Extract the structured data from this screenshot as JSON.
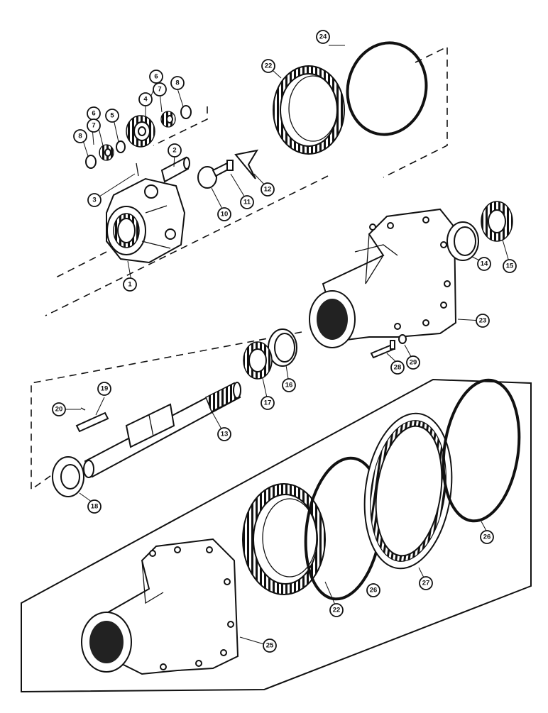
{
  "callouts": [
    {
      "id": "c1",
      "text": "1"
    },
    {
      "id": "c2",
      "text": "2"
    },
    {
      "id": "c3",
      "text": "3"
    },
    {
      "id": "c4",
      "text": "4"
    },
    {
      "id": "c5",
      "text": "5"
    },
    {
      "id": "c6a",
      "text": "6"
    },
    {
      "id": "c6b",
      "text": "6"
    },
    {
      "id": "c7a",
      "text": "7"
    },
    {
      "id": "c7b",
      "text": "7"
    },
    {
      "id": "c8a",
      "text": "8"
    },
    {
      "id": "c8b",
      "text": "8"
    },
    {
      "id": "c10",
      "text": "10"
    },
    {
      "id": "c11",
      "text": "11"
    },
    {
      "id": "c12",
      "text": "12"
    },
    {
      "id": "c13",
      "text": "13"
    },
    {
      "id": "c14",
      "text": "14"
    },
    {
      "id": "c15",
      "text": "15"
    },
    {
      "id": "c16",
      "text": "16"
    },
    {
      "id": "c17",
      "text": "17"
    },
    {
      "id": "c18",
      "text": "18"
    },
    {
      "id": "c19",
      "text": "19"
    },
    {
      "id": "c20",
      "text": "20"
    },
    {
      "id": "c22a",
      "text": "22"
    },
    {
      "id": "c22b",
      "text": "22"
    },
    {
      "id": "c23",
      "text": "23"
    },
    {
      "id": "c24",
      "text": "24"
    },
    {
      "id": "c25",
      "text": "25"
    },
    {
      "id": "c26a",
      "text": "26"
    },
    {
      "id": "c26b",
      "text": "26"
    },
    {
      "id": "c27",
      "text": "27"
    },
    {
      "id": "c28",
      "text": "28"
    },
    {
      "id": "c29",
      "text": "29"
    }
  ]
}
